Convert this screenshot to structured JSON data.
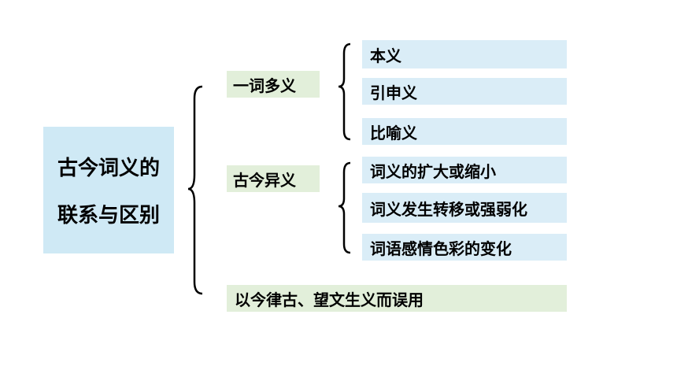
{
  "root": {
    "line1": "古今词义的",
    "line2": "联系与区别"
  },
  "categories": [
    {
      "label": "一词多义",
      "items": [
        "本义",
        "引申义",
        "比喻义"
      ]
    },
    {
      "label": "古今异义",
      "items": [
        "词义的扩大或缩小",
        "词义发生转移或强弱化",
        "词语感情色彩的变化"
      ]
    }
  ],
  "bottom": "以今律古、望文生义而误用",
  "colors": {
    "root_bg": "#cfe9f5",
    "category_bg": "#e2efda",
    "leaf_bg": "#daedf7",
    "bracket": "#000000"
  }
}
